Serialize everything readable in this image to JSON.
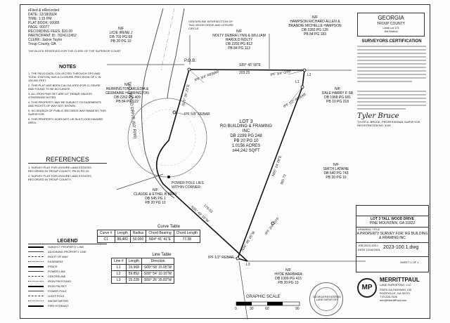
{
  "header": {
    "efiled": "eFiled & eRecorded",
    "date_label": "DATE:",
    "date_value": "12/18/2024",
    "time_label": "TIME:",
    "time_value": "1:15 PM",
    "plat_book_label": "PLAT BOOK:",
    "plat_book_value": "00085",
    "page_label": "PAGE:",
    "page_value": "00077",
    "fee_label": "RECORDING FEES:",
    "fee_value": "$10.00",
    "participant_label": "PARTICIPANT ID:",
    "participant_value": "7024112452",
    "clerk_label": "CLERK:",
    "clerk_value": "Jackie Taylor",
    "county_value": "Troup County, GA",
    "note": "THE BLOCK RESERVED FOR THE CLERK OF THE SUPERIOR COURT"
  },
  "location_box": {
    "state": "GEORGIA",
    "county": "TROUP COUNTY",
    "land_lot": "Land Lot 171",
    "district": "3rd District"
  },
  "certification": {
    "title": "SURVEYORS CERTIFICATION",
    "signature": "Tyler Bruce",
    "reg_no": "TYLER A. BRUCE, PROFESSIONAL SURVEYOR REGISTRATION NO. 3115"
  },
  "map": {
    "road_label": "TALL WOOD DRIVE (60' R/W)",
    "centerline_label": "CENTERLINE INTERSECTION OF TALL WOOD DRIVE AND LEISURE CIRCLE",
    "pob": "P.O.B.",
    "pob_rebar": "IPF 3/4\" REBAR",
    "rebar_58": "IPF 5/8\" REBAR",
    "otp_ne": "IPF 3/4\" OTP",
    "rebar_12_ne": "IPF 1/2\" REBAR",
    "otp_se": "IPF 3/4\" OTP",
    "rebar_12_s": "IPF 1/2\" REBAR",
    "l1": "L1",
    "l2": "L2",
    "l3": "L3",
    "power_pole": "POWER POLE LIES WITHIN CORNER",
    "brg_top": "S89° 46' 58\"E",
    "dist_top": "203.25",
    "brg_left": "N25° 26' 21\"E",
    "brg_bottom": "N35° 49' 16\"W",
    "dist_bottom": "176.03",
    "brg_east": "N05° 24' 08\"E",
    "dist_east": "385.73",
    "brg_se": "N34° 46' 05\"W"
  },
  "lot": {
    "name": "LOT 3",
    "owner": "RG BUILDING & FRAMING INC",
    "db": "DB 2299 PG 248",
    "pb": "PB 20 PG 10",
    "acres": "1.0156 ACRES",
    "sqft": "±44,242 SQFT"
  },
  "owners": [
    {
      "nf": "N/F",
      "name": "LICIE IRENE J",
      "db": "DB 703 PG 68",
      "pb": "PB 20 PG 10"
    },
    {
      "nf": "N/F",
      "name": "NOLTY DEBRA LYNN & WILLIAM HAROLD NOLTY",
      "db": "DB 2292 PG 812",
      "pb": "PB 84 PG 113"
    },
    {
      "nf": "N/F",
      "name": "HAMPSON RICHARD ALLEN & BRANDIE MICHELLE HAMPSON",
      "db": "DB 2282 PG 126",
      "pb": "PB 84 PG 183"
    },
    {
      "nf": "N/F",
      "name": "HERRINGTON ARLEDIA & GERMAINE HERRINGTON",
      "db": "DB 2262 PG 409",
      "pb": "PB 84 PG 122"
    },
    {
      "nf": "N/F",
      "name": "DALE HARRY F SR",
      "db": "DB 1968 PG 681",
      "pb": "PB 10 PG 218"
    },
    {
      "nf": "N/F",
      "name": "SMITH LATAINE",
      "db": "DB 640 PG 743",
      "pb": "PB 20 PG 10"
    },
    {
      "nf": "N/F",
      "name": "CLAUDE & ETHEL B BRAY",
      "db": "DB 545 PG 1",
      "pb": "PB 20 PG 10"
    },
    {
      "nf": "N/F",
      "name": "HYDE BARBARA",
      "db": "DB 1009 PG 415",
      "pb": "PB 20 PG 10"
    }
  ],
  "notes": {
    "title": "NOTES",
    "items": [
      "1. THE FIELD DATA, COLLECTED THROUGH GPS AND TOTAL STATION, HAS A CLOSURE PRECISION OF 1' IN 100,000 FEET.",
      "2. THIS PLAT HAS BEEN CALCULATED FOR CLOSURE AND FOUND TO BE ACCURATE.",
      "3. ALL IRON PINS SET ARE 1/2\" REBAR UNLESS OTHERWISE NOTED.",
      "4. THIS PROPERTY MAY BE SUBJECT TO EASEMENTS AND RIGHTS OF WAY NOT SHOWN.",
      "5. NO SEARCH OF PUBLIC RECORDS WAS MADE BY THIS SURVEYOR.",
      "6. THIS PROPERTY DOES NOT LIE IN A FLOOD HAZARD AREA."
    ]
  },
  "references": {
    "title": "REFERENCES",
    "items": [
      "1. SURVEY PLAT FOR LEISURE LAND ESTATES, RECORDED IN TROUP COUNTY, PB 20 PG 10.",
      "2. SURVEY PLAT FOR LEISURE LAND ESTATES, RECORDED IN TROUP COUNTY."
    ]
  },
  "legend": {
    "title": "LEGEND",
    "items": [
      "SUBJECT PROPERTY LINE",
      "ADJOINING PROPERTY LINE",
      "RIGHT OF WAY",
      "EASEMENT",
      "FENCE",
      "POWER LINE",
      "CENTERLINE",
      "IRON PIN FOUND",
      "IRON PIN SET",
      "POWER POLE",
      "LIGHT POLE",
      "WATER METER",
      "FIRE HYDRANT"
    ]
  },
  "curve_table": {
    "title": "Curve Table",
    "headers": [
      "Curve #",
      "Length",
      "Radius",
      "Chord Bearing",
      "Chord Length"
    ],
    "rows": [
      [
        "C1",
        "88.482",
        "50.000",
        "N04° 41' 41\"E",
        "77.38"
      ]
    ]
  },
  "line_table": {
    "title": "Line Table",
    "headers": [
      "Line #",
      "Length",
      "Direction"
    ],
    "rows": [
      [
        "L1",
        "19.968",
        "S09° 58' 15.05\"W"
      ],
      [
        "L2",
        "59.852",
        "S58° 54' 10.15\"W"
      ],
      [
        "L3",
        "15.228",
        "S59° 26' 35.83\"W"
      ]
    ]
  },
  "title_block": {
    "project": "LOT 3 TALL WOOD DRIVE",
    "city": "PINE MOUNTAIN, GA 31822",
    "drawing_title_label": "DRAWING TITLE",
    "drawing_title": "A PROPERTY SURVEY FOR: RG BUILDING & FRAMING INC",
    "job_label": "JOB",
    "job_value": "2023-100.1",
    "date_label": "DATE",
    "date_value": "12/16/2024",
    "big_job": "2023-100.1.dwg",
    "sheet_label": "SHEET",
    "sheet_value": "1 OF 1"
  },
  "company": {
    "name": "MERRITTPAUL",
    "sub": "LAND SURVEYING, LLC",
    "address1": "23870 GA HIGHWAY 100",
    "address2": "ROOPVILLE, GA 30170",
    "phone": "770-228-7526",
    "email": "info@MerrittPaul.com",
    "logo": "MP"
  },
  "scale": {
    "title": "GRAPHIC SCALE",
    "ticks": [
      "0",
      "30",
      "60",
      "90"
    ]
  },
  "seal": "GEORGIA REGISTERED LAND SURVEYOR"
}
